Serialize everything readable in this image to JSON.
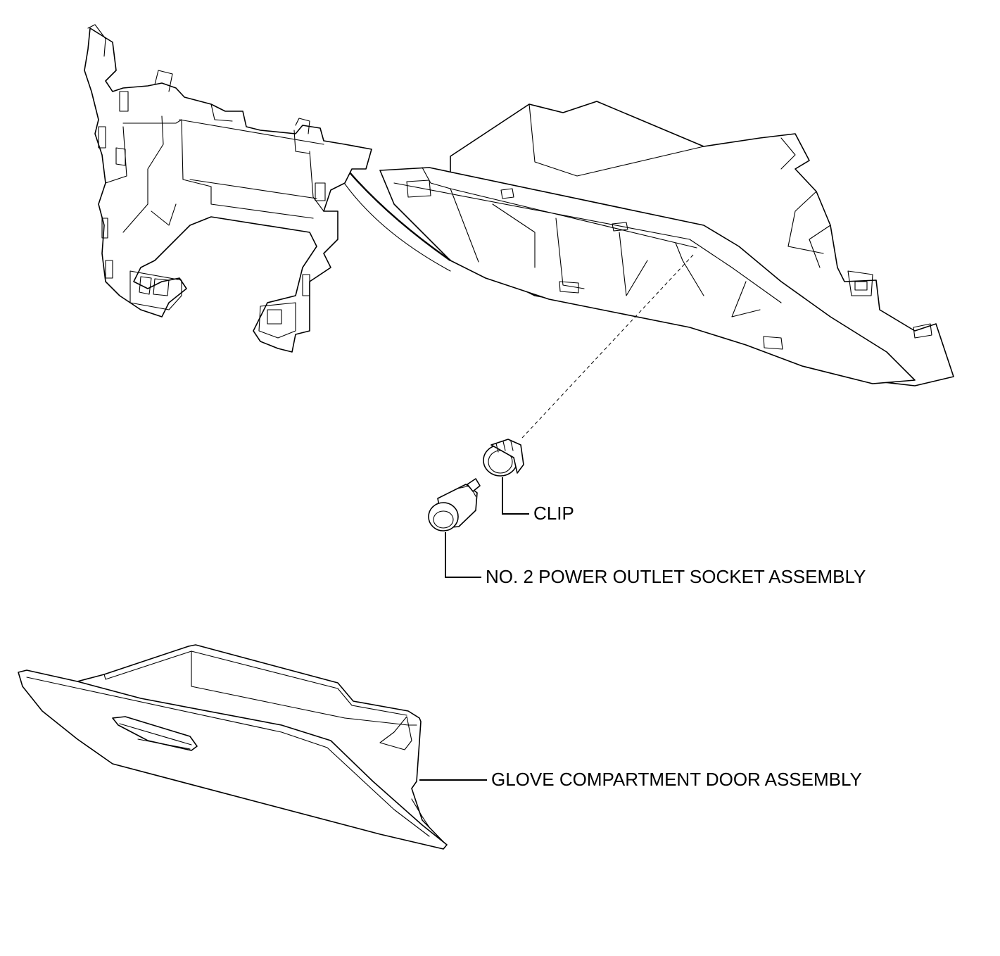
{
  "callouts": {
    "clip": "CLIP",
    "power_outlet_socket": "NO. 2 POWER OUTLET SOCKET ASSEMBLY",
    "glove_compartment_door": "GLOVE COMPARTMENT DOOR ASSEMBLY"
  },
  "colors": {
    "line": "#000000",
    "background": "#ffffff"
  }
}
